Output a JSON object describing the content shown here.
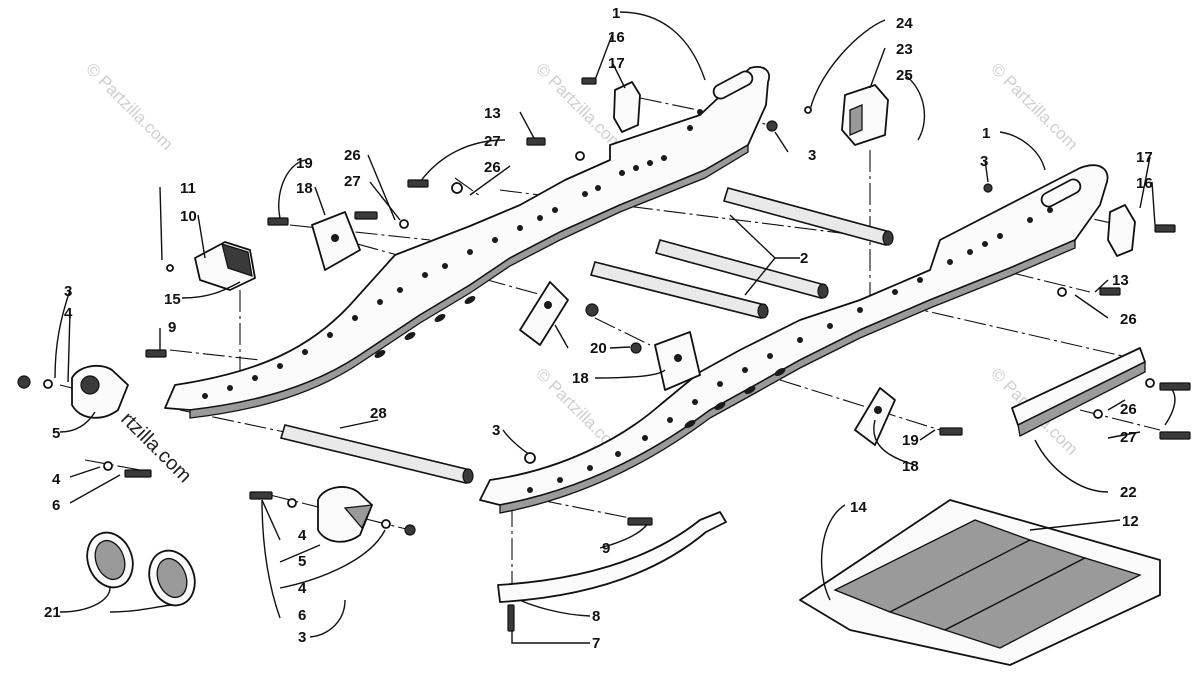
{
  "watermarks": {
    "top_left": "© Partzilla.com",
    "top_center": "© Partzilla.com",
    "top_right": "© Partzilla.com",
    "mid_left": "rtzilla.com",
    "mid_center": "© Partzilla.com",
    "mid_right": "© Partzilla.com"
  },
  "callouts": [
    {
      "id": "c1a",
      "text": "1"
    },
    {
      "id": "c1b",
      "text": "1"
    },
    {
      "id": "c2",
      "text": "2"
    },
    {
      "id": "c3a",
      "text": "3"
    },
    {
      "id": "c3b",
      "text": "3"
    },
    {
      "id": "c3c",
      "text": "3"
    },
    {
      "id": "c3d",
      "text": "3"
    },
    {
      "id": "c3e",
      "text": "3"
    },
    {
      "id": "c4a",
      "text": "4"
    },
    {
      "id": "c4b",
      "text": "4"
    },
    {
      "id": "c4c",
      "text": "4"
    },
    {
      "id": "c4d",
      "text": "4"
    },
    {
      "id": "c5a",
      "text": "5"
    },
    {
      "id": "c5b",
      "text": "5"
    },
    {
      "id": "c6a",
      "text": "6"
    },
    {
      "id": "c6b",
      "text": "6"
    },
    {
      "id": "c7",
      "text": "7"
    },
    {
      "id": "c8",
      "text": "8"
    },
    {
      "id": "c9a",
      "text": "9"
    },
    {
      "id": "c9b",
      "text": "9"
    },
    {
      "id": "c10",
      "text": "10"
    },
    {
      "id": "c11",
      "text": "11"
    },
    {
      "id": "c12",
      "text": "12"
    },
    {
      "id": "c13a",
      "text": "13"
    },
    {
      "id": "c13b",
      "text": "13"
    },
    {
      "id": "c14",
      "text": "14"
    },
    {
      "id": "c15",
      "text": "15"
    },
    {
      "id": "c16a",
      "text": "16"
    },
    {
      "id": "c16b",
      "text": "16"
    },
    {
      "id": "c17a",
      "text": "17"
    },
    {
      "id": "c17b",
      "text": "17"
    },
    {
      "id": "c18a",
      "text": "18"
    },
    {
      "id": "c18b",
      "text": "18"
    },
    {
      "id": "c18c",
      "text": "18"
    },
    {
      "id": "c19a",
      "text": "19"
    },
    {
      "id": "c19b",
      "text": "19"
    },
    {
      "id": "c20",
      "text": "20"
    },
    {
      "id": "c21",
      "text": "21"
    },
    {
      "id": "c22",
      "text": "22"
    },
    {
      "id": "c23",
      "text": "23"
    },
    {
      "id": "c24",
      "text": "24"
    },
    {
      "id": "c25",
      "text": "25"
    },
    {
      "id": "c26a",
      "text": "26"
    },
    {
      "id": "c26b",
      "text": "26"
    },
    {
      "id": "c26c",
      "text": "26"
    },
    {
      "id": "c26d",
      "text": "26"
    },
    {
      "id": "c27a",
      "text": "27"
    },
    {
      "id": "c27b",
      "text": "27"
    },
    {
      "id": "c27c",
      "text": "27"
    },
    {
      "id": "c28",
      "text": "28"
    }
  ]
}
